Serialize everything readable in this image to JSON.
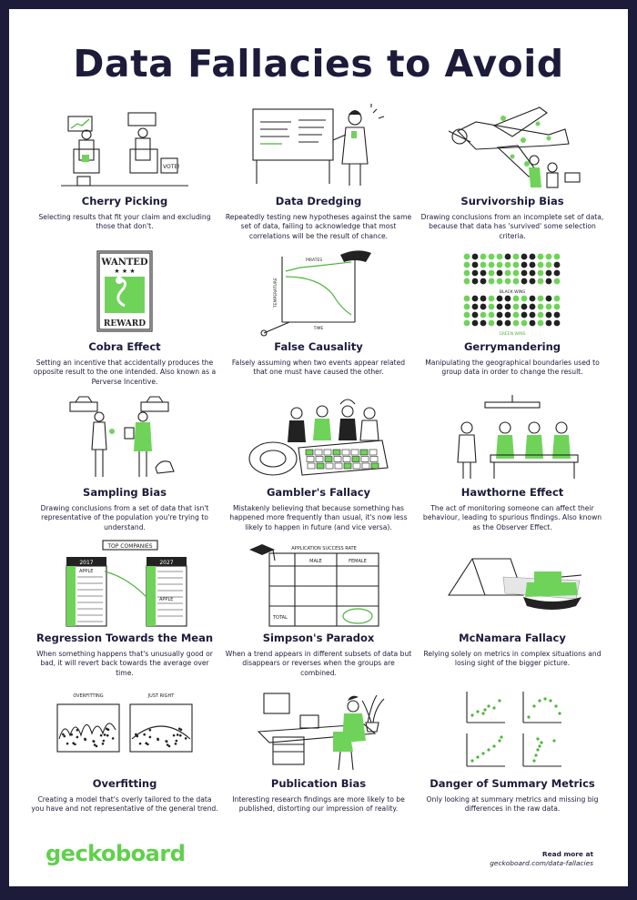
{
  "poster": {
    "title": "Data Fallacies to Avoid",
    "brand": "geckoboard",
    "read_more_label": "Read more at",
    "read_more_url": "geckoboard.com/data-fallacies",
    "colors": {
      "ink": "#1c1b3a",
      "accent": "#6fd35a",
      "frame": "#1c1b3a"
    }
  },
  "fallacies": [
    {
      "title": "Cherry Picking",
      "description": "Selecting results that fit your claim and excluding those that don't.",
      "illustration_text": [
        "VOTE!"
      ]
    },
    {
      "title": "Data Dredging",
      "description": "Repeatedly testing new hypotheses against the same set of data, failing to acknowledge that most correlations will be the result of chance."
    },
    {
      "title": "Survivorship Bias",
      "description": "Drawing conclusions from an incomplete set of data, because that data has 'survived' some selection criteria."
    },
    {
      "title": "Cobra Effect",
      "description": "Setting an incentive that accidentally produces the opposite result to the one intended. Also known as a Perverse Incentive.",
      "illustration_text": [
        "WANTED",
        "REWARD"
      ]
    },
    {
      "title": "False Causality",
      "description": "Falsely assuming when two events appear related that one must have caused the other.",
      "illustration_text": [
        "PIRATES",
        "TEMPERATURE",
        "TIME"
      ]
    },
    {
      "title": "Gerrymandering",
      "description": "Manipulating the geographical boundaries used to group data in order to change the result.",
      "illustration_text": [
        "BLACK WINS",
        "GREEN WINS"
      ]
    },
    {
      "title": "Sampling Bias",
      "description": "Drawing conclusions from a set of data that isn't representative of the population you're trying to understand."
    },
    {
      "title": "Gambler's Fallacy",
      "description": "Mistakenly believing that because something has happened more frequently than usual, it's now less likely to happen in future (and vice versa)."
    },
    {
      "title": "Hawthorne Effect",
      "description": "The act of monitoring someone can affect their behaviour, leading to spurious findings. Also known as the Observer Effect."
    },
    {
      "title": "Regression Towards the Mean",
      "description": "When something happens that's unusually good or bad, it will revert back towards the average over time.",
      "illustration_text": [
        "TOP COMPANIES",
        "2017",
        "2027",
        "APPLE",
        "APPLE"
      ]
    },
    {
      "title": "Simpson's Paradox",
      "description": "When a trend appears in different subsets of data but disappears or reverses when the groups are combined.",
      "illustration_text": [
        "APPLICATION SUCCESS RATE",
        "MALE",
        "FEMALE",
        "TOTAL"
      ]
    },
    {
      "title": "McNamara Fallacy",
      "description": "Relying solely on metrics in complex situations and losing sight of the bigger picture."
    },
    {
      "title": "Overfitting",
      "description": "Creating a model that's overly tailored to the data you have and not representative of the general trend.",
      "illustration_text": [
        "OVERFITTING",
        "JUST RIGHT"
      ]
    },
    {
      "title": "Publication Bias",
      "description": "Interesting research findings are more likely to be published, distorting our impression of reality."
    },
    {
      "title": "Danger of Summary Metrics",
      "description": "Only looking at summary metrics and missing big differences in the raw data."
    }
  ]
}
